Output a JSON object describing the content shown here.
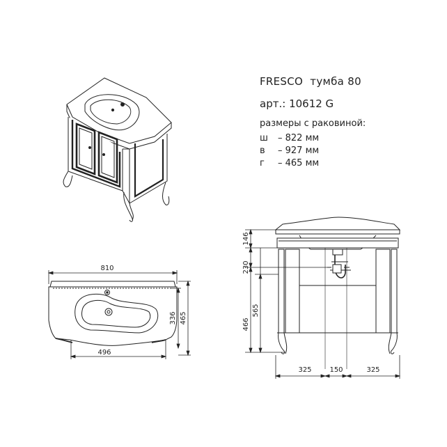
{
  "info": {
    "brand": "FRESCO",
    "model": "тумба 80",
    "article_label": "арт.:",
    "article_number": "10612 G",
    "sizes_heading": "размеры с раковиной:",
    "sizes": [
      {
        "key": "ш",
        "value": "– 822 мм"
      },
      {
        "key": "в",
        "value": "– 927 мм"
      },
      {
        "key": "г",
        "value": "– 465 мм"
      }
    ]
  },
  "top_view": {
    "width_label": "810",
    "depth_label": "465",
    "inner_depth_label": "336",
    "bowl_width_label": "496"
  },
  "front_view": {
    "height_labels": [
      "146",
      "230",
      "565",
      "466"
    ],
    "width_labels": [
      "325",
      "150",
      "325"
    ]
  }
}
